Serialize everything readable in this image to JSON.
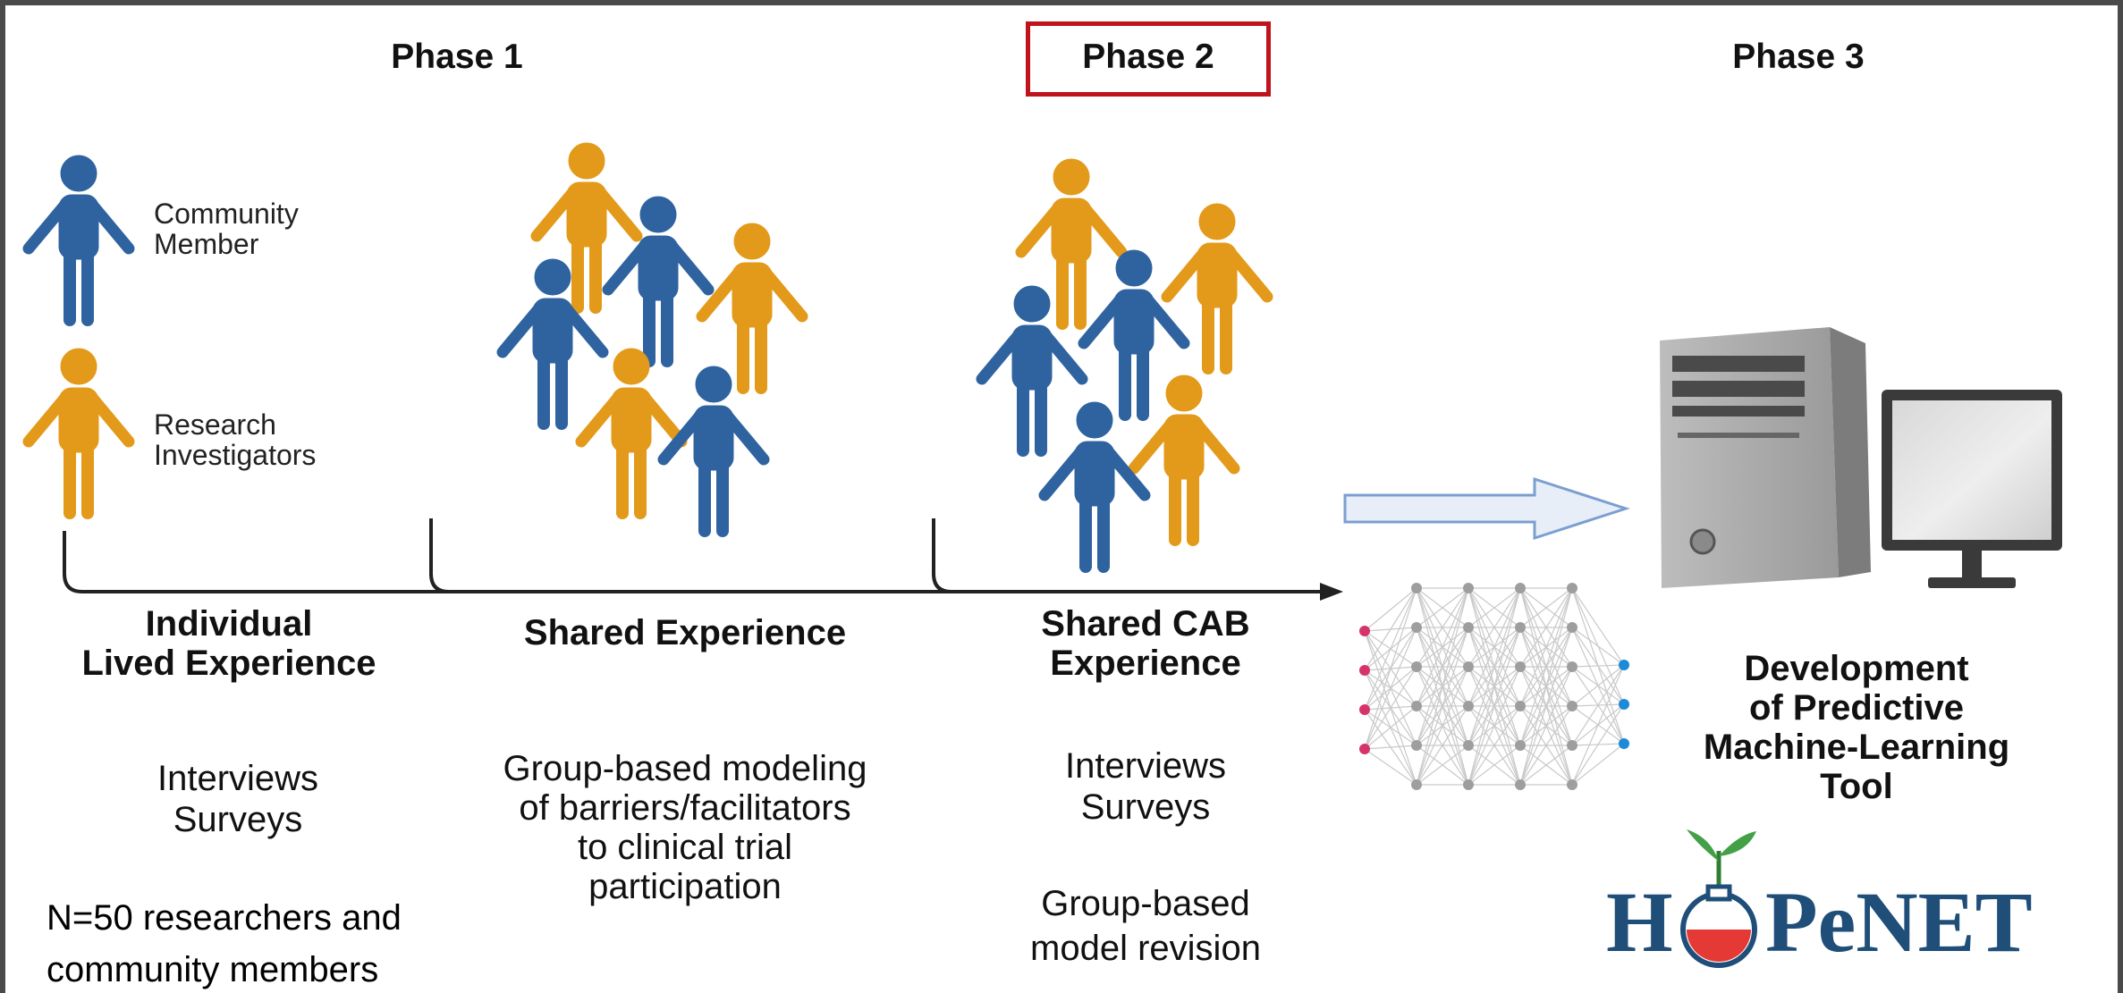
{
  "phases": {
    "phase1": "Phase 1",
    "phase2": "Phase 2",
    "phase3": "Phase 3"
  },
  "legend": {
    "community_line1": "Community",
    "community_line2": "Member",
    "research_line1": "Research",
    "research_line2": "Investigators"
  },
  "stages": {
    "individual": {
      "head1": "Individual",
      "head2": "Lived Experience",
      "body1": "Interviews",
      "body2": "Surveys"
    },
    "shared": {
      "head": "Shared Experience",
      "body1": "Group-based modeling",
      "body2": "of barriers/facilitators",
      "body3": "to clinical trial",
      "body4": "participation"
    },
    "cab": {
      "head1": "Shared CAB",
      "head2": "Experience",
      "body1": "Interviews",
      "body2": "Surveys",
      "body3": "Group-based",
      "body4": "model revision"
    },
    "tool": {
      "head1": "Development",
      "head2": "of Predictive",
      "head3": "Machine-Learning",
      "head4": "Tool"
    }
  },
  "note": {
    "line1": "N=50 researchers and",
    "line2": "community members"
  },
  "logo": {
    "left": "H",
    "right": "PeNET"
  },
  "colors": {
    "community_blue": "#2f63a0",
    "researcher_gold": "#e39a1a",
    "highlight_red": "#c0141c",
    "logo_navy": "#1f4e79"
  }
}
